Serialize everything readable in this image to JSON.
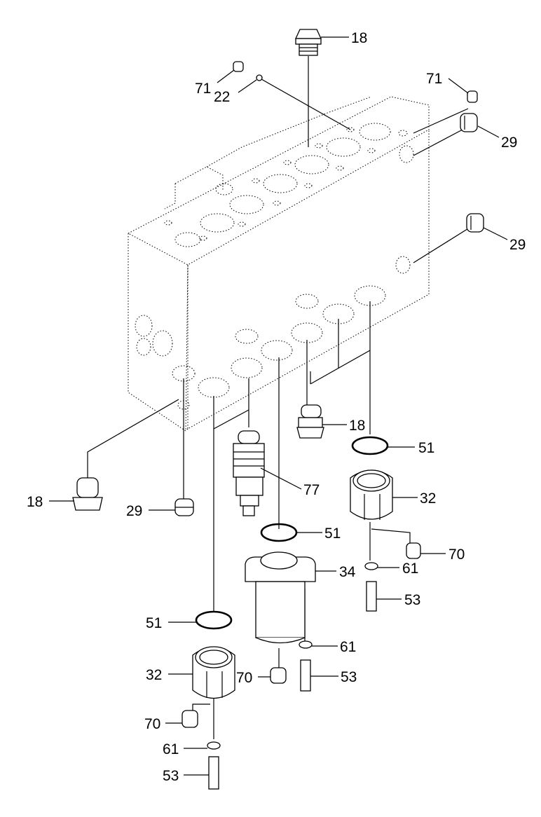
{
  "diagram": {
    "type": "exploded-parts-view",
    "callouts": [
      {
        "id": "c18a",
        "text": "18"
      },
      {
        "id": "c71a",
        "text": "71"
      },
      {
        "id": "c22",
        "text": "22"
      },
      {
        "id": "c71b",
        "text": "71"
      },
      {
        "id": "c29a",
        "text": "29"
      },
      {
        "id": "c29b",
        "text": "29"
      },
      {
        "id": "c18b",
        "text": "18"
      },
      {
        "id": "c51a",
        "text": "51"
      },
      {
        "id": "c18c",
        "text": "18"
      },
      {
        "id": "c77",
        "text": "77"
      },
      {
        "id": "c32a",
        "text": "32"
      },
      {
        "id": "c29c",
        "text": "29"
      },
      {
        "id": "c51b",
        "text": "51"
      },
      {
        "id": "c70a",
        "text": "70"
      },
      {
        "id": "c34",
        "text": "34"
      },
      {
        "id": "c61a",
        "text": "61"
      },
      {
        "id": "c53a",
        "text": "53"
      },
      {
        "id": "c51c",
        "text": "51"
      },
      {
        "id": "c61b",
        "text": "61"
      },
      {
        "id": "c32b",
        "text": "32"
      },
      {
        "id": "c70b",
        "text": "70"
      },
      {
        "id": "c53b",
        "text": "53"
      },
      {
        "id": "c70c",
        "text": "70"
      },
      {
        "id": "c61c",
        "text": "61"
      },
      {
        "id": "c53c",
        "text": "53"
      }
    ]
  }
}
